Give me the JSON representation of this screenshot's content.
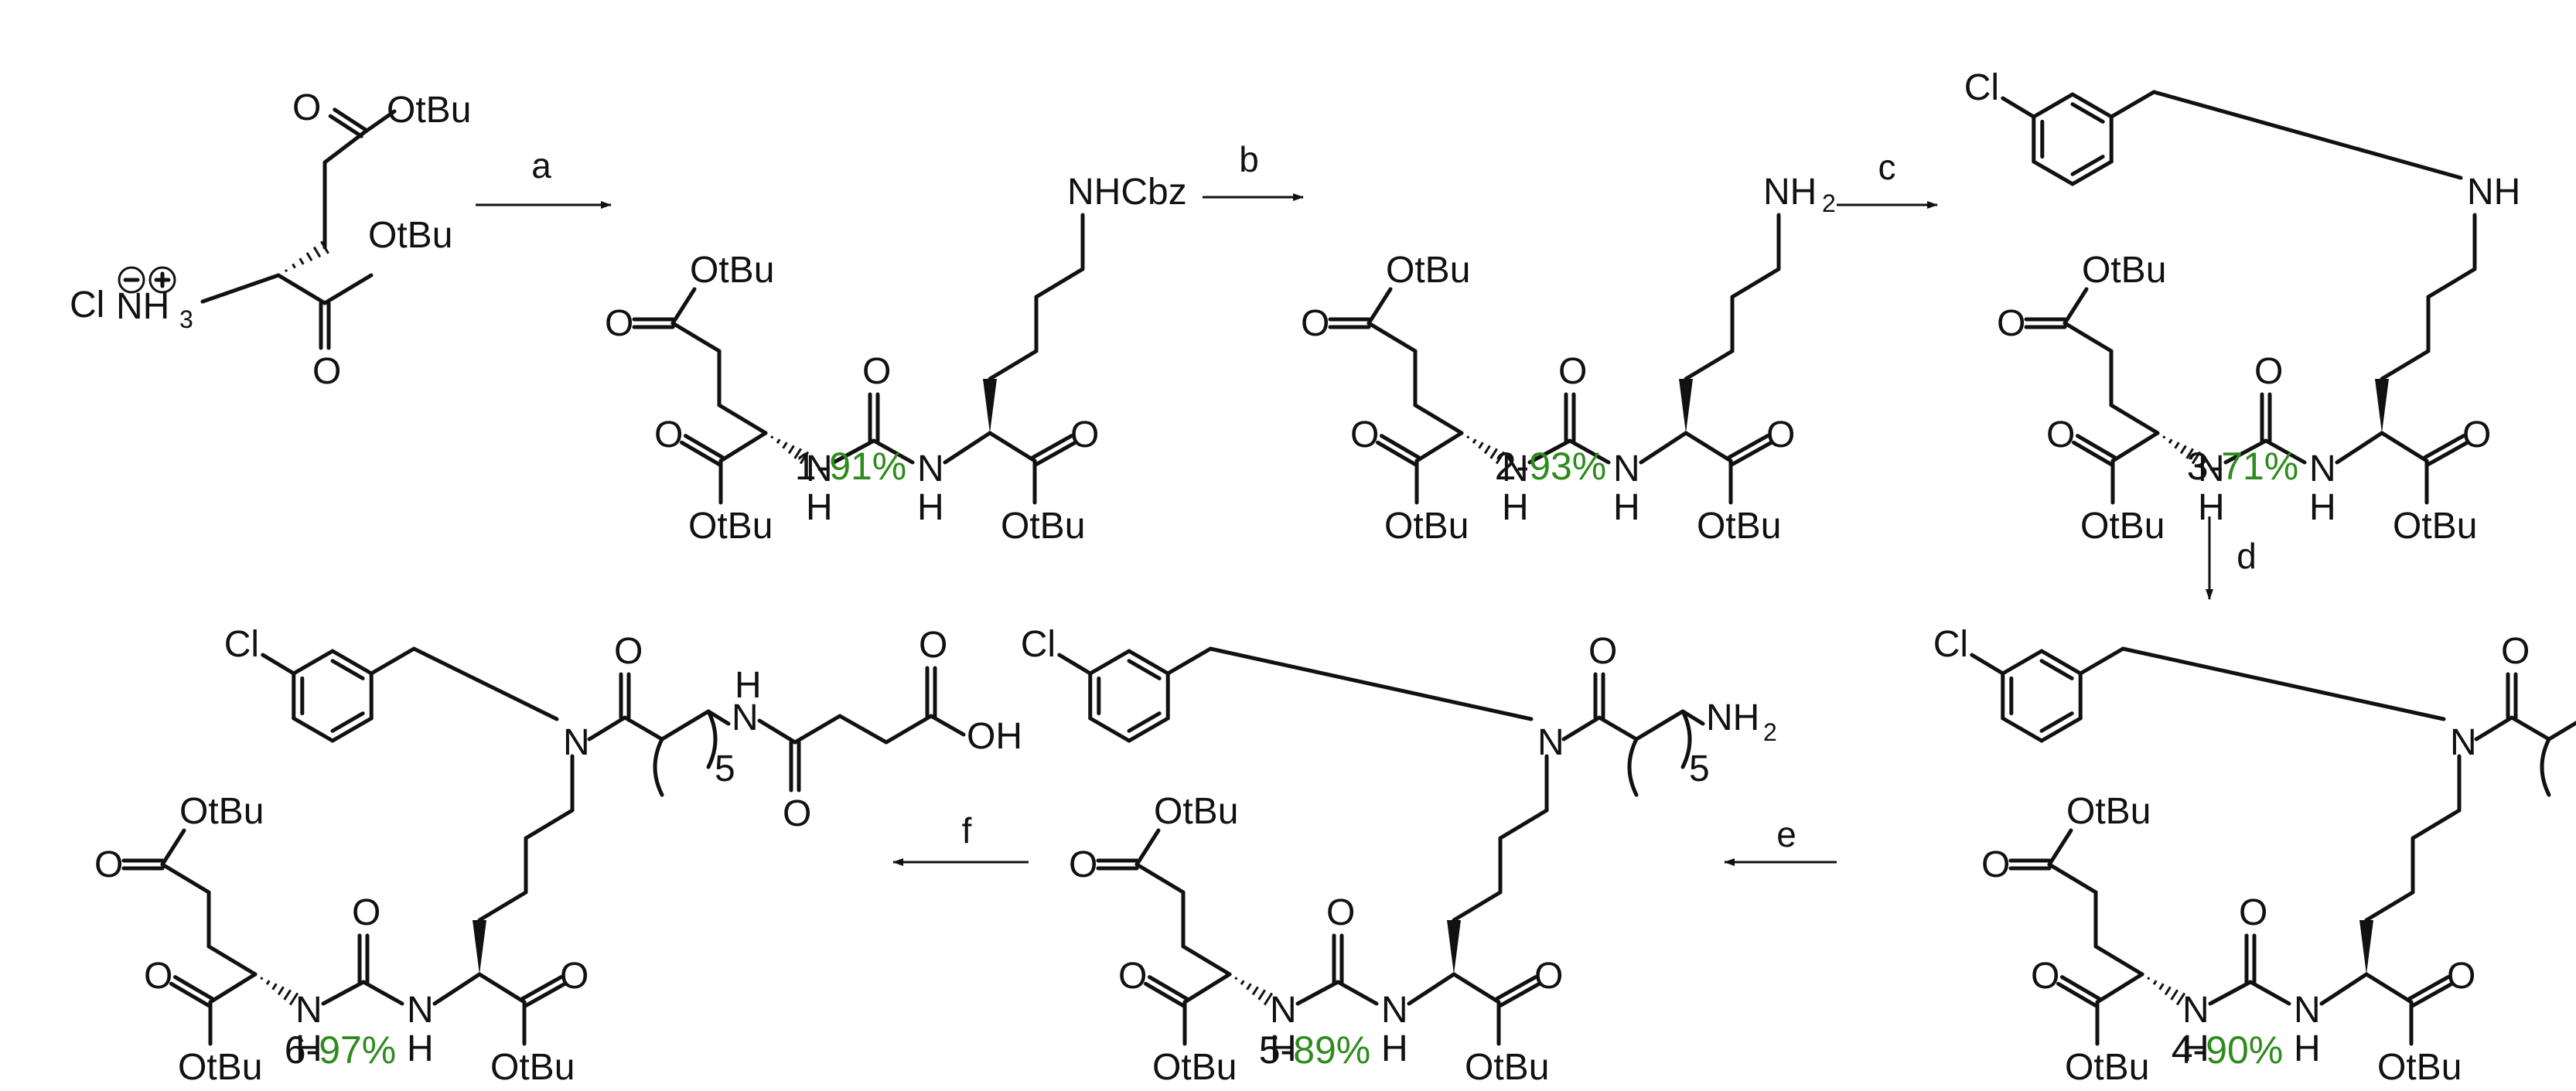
{
  "labels": {
    "OtBu": "OtBu",
    "NHCbz": "NHCbz",
    "NH2": "NH",
    "sub2": "2",
    "N3": "N",
    "sub3": "3",
    "Cl": "Cl",
    "NH": "NH",
    "H": "H",
    "N": "N",
    "O": "O",
    "OH": "OH",
    "five": "5",
    "sub_ammonium": "3"
  },
  "reagents": [
    "a",
    "b",
    "c",
    "d",
    "e",
    "f"
  ],
  "compounds": [
    {
      "number": "1",
      "yield": "91%"
    },
    {
      "number": "2",
      "yield": "93%"
    },
    {
      "number": "3",
      "yield": "71%"
    },
    {
      "number": "4",
      "yield": "90%"
    },
    {
      "number": "5",
      "yield": "89%"
    },
    {
      "number": "6",
      "yield": "97%"
    }
  ],
  "colors": {
    "ink": "#111111",
    "yield": "#2e8b1e"
  }
}
